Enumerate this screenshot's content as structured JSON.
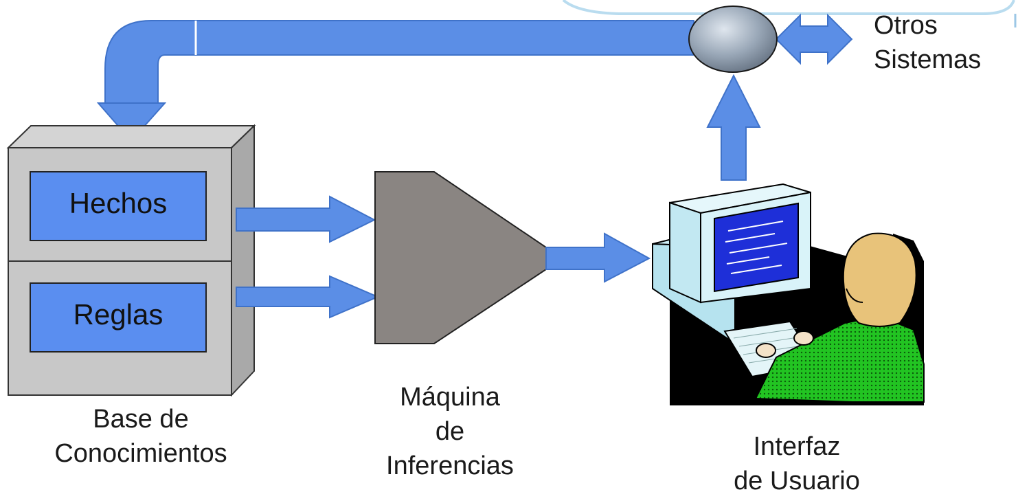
{
  "labels": {
    "hechos": "Hechos",
    "reglas": "Reglas",
    "base_line1": "Base de",
    "base_line2": "Conocimientos",
    "maquina_line1": "Máquina",
    "maquina_line2": "de",
    "maquina_line3": "Inferencias",
    "interfaz_line1": "Interfaz",
    "interfaz_line2": "de Usuario",
    "otros_line1": "Otros",
    "otros_line2": "Sistemas"
  },
  "colors": {
    "arrow_blue": "#5b8ee6",
    "box_blue": "#5a8ef0",
    "cabinet_gray": "#c8c8c8",
    "engine_gray": "#8a8582",
    "text": "#1a1a1a"
  },
  "icons": {
    "user": "person-at-computer-icon",
    "connector": "ellipse-connector-icon"
  }
}
